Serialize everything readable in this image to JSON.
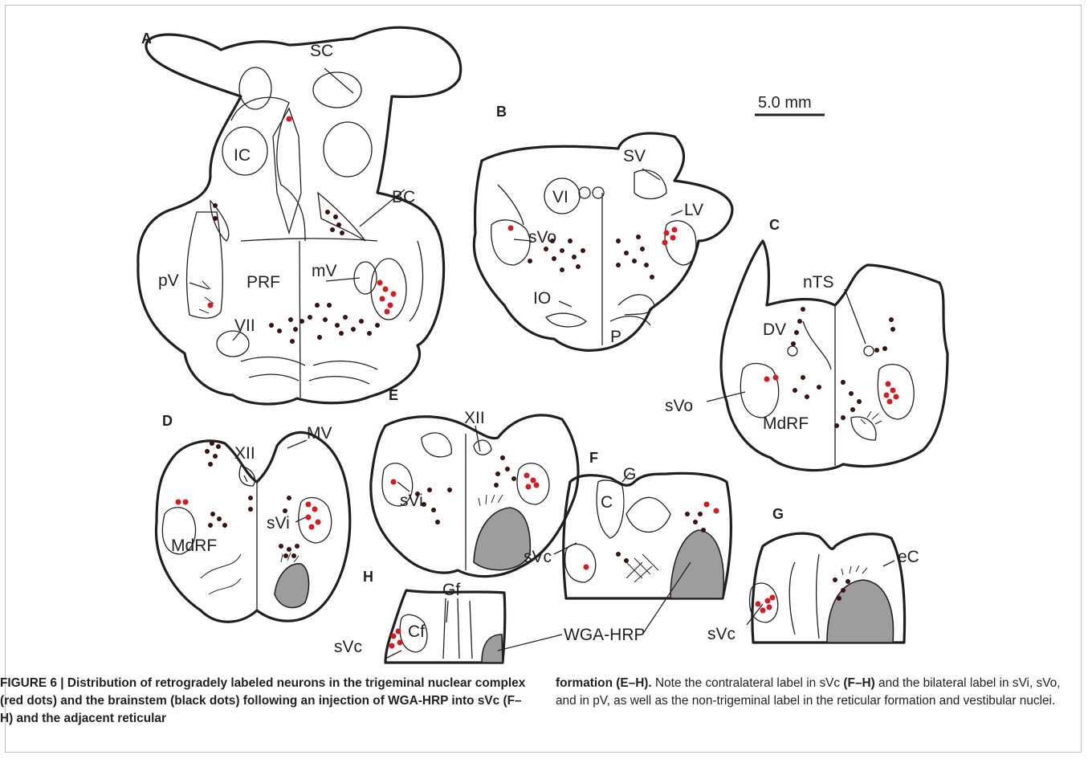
{
  "figure": {
    "panels": [
      "A",
      "B",
      "C",
      "D",
      "E",
      "F",
      "G",
      "H"
    ],
    "labels": {
      "SC": "SC",
      "IC": "IC",
      "BC": "BC",
      "pV": "pV",
      "PRF": "PRF",
      "mV": "mV",
      "VII": "VII",
      "VI": "VI",
      "SV": "SV",
      "LV": "LV",
      "sVo": "sVo",
      "IO": "IO",
      "P": "P",
      "nTS": "nTS",
      "DV": "DV",
      "MdRF": "MdRF",
      "XII": "XII",
      "MV": "MV",
      "sVi": "sVi",
      "C": "C",
      "G": "G",
      "sVc": "sVc",
      "eC": "eC",
      "Gf": "Gf",
      "Cf": "Cf",
      "WGA_HRP": "WGA-HRP"
    },
    "scale_bar": "5.0 mm",
    "colors": {
      "red_dots": "#d71920",
      "black_dots": "#3a1010",
      "injection": "#9d9d9d"
    }
  },
  "caption": {
    "lead": "FIGURE 6 | Distribution of retrogradely labeled neurons in the trigeminal nuclear complex (red dots) and the brainstem (black dots) following an injection of WGA-HRP into sVc (F–H) and the adjacent reticular formation (E–H).",
    "right_part1": " Note the contralateral label in sVc ",
    "right_bold1": "(F–H)",
    "right_part2": " and the bilateral label in sVi, sVo, and in pV, as well as the non-trigeminal label in the reticular formation and vestibular nuclei."
  }
}
